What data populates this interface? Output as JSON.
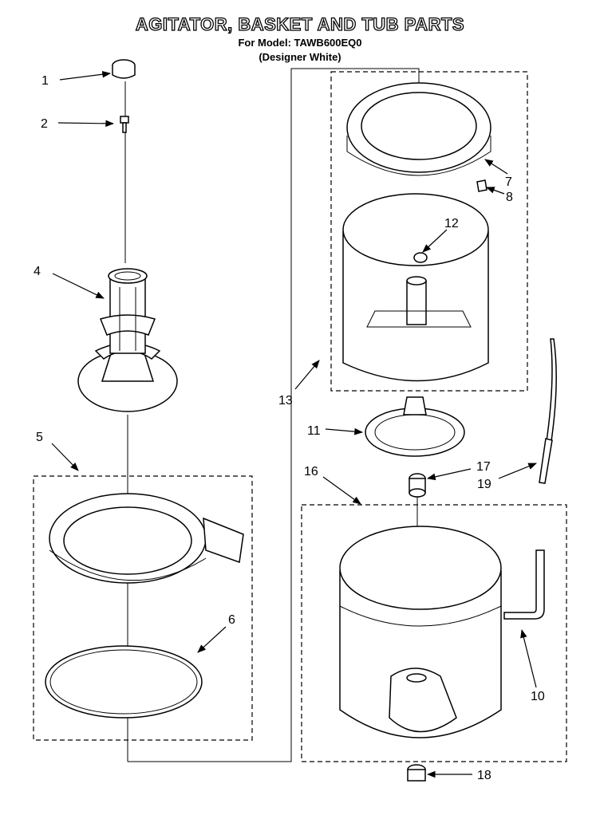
{
  "header": {
    "title": "AGITATOR, BASKET AND TUB PARTS",
    "model": "For Model: TAWB600EQ0",
    "color": "(Designer White)"
  },
  "callouts": [
    "1",
    "2",
    "4",
    "5",
    "6",
    "7",
    "8",
    "10",
    "11",
    "12",
    "13",
    "16",
    "17",
    "18",
    "19"
  ]
}
